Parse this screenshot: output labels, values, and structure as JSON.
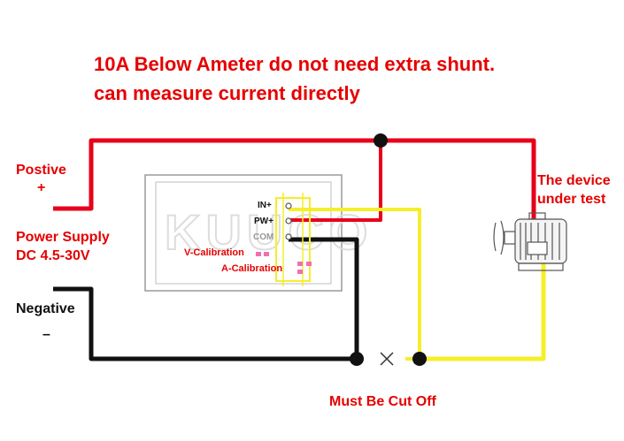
{
  "heading": {
    "line1": "10A Below Ameter do not need extra shunt.",
    "line2": "can measure current directly"
  },
  "supply": {
    "positive_label": "Postive",
    "positive_sign": "+",
    "power_line1": "Power Supply",
    "power_line2": "DC 4.5-30V",
    "negative_label": "Negative",
    "negative_sign": "–"
  },
  "meter": {
    "watermark": "KUUCO",
    "terminals": [
      "IN+",
      "PW+",
      "COM"
    ],
    "v_calibration": "V-Calibration",
    "a_calibration": "A-Calibration"
  },
  "device": {
    "line1": "The device",
    "line2": "under test"
  },
  "cut_note": "Must Be Cut Off",
  "colors": {
    "red_wire": "#e8001a",
    "black_wire": "#111111",
    "yellow_wire": "#f5ee2a",
    "label_red": "#e60000",
    "pad_pink": "#f06fb0"
  }
}
